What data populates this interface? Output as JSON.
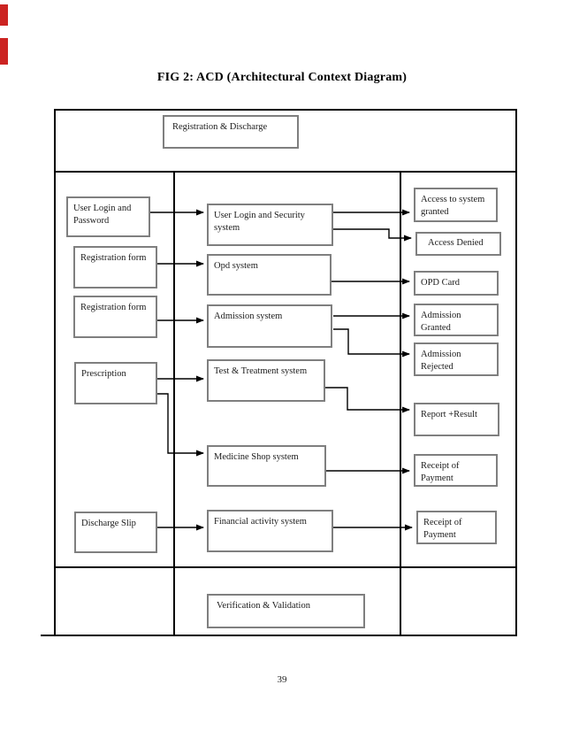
{
  "page": {
    "title": "FIG 2: ACD (Architectural Context Diagram)",
    "page_number": "39"
  },
  "diagram": {
    "top_box": {
      "label": "Registration & Discharge"
    },
    "bottom_box": {
      "label": "Verification & Validation"
    },
    "inputs": [
      {
        "label": "User Login and Password"
      },
      {
        "label": "Registration form"
      },
      {
        "label": "Registration form"
      },
      {
        "label": "Prescription"
      },
      {
        "label": "Discharge Slip"
      }
    ],
    "systems": [
      {
        "label": "User Login and Security system"
      },
      {
        "label": "Opd system"
      },
      {
        "label": "Admission system"
      },
      {
        "label": "Test & Treatment system"
      },
      {
        "label": "Medicine Shop system"
      },
      {
        "label": "Financial activity system"
      }
    ],
    "outputs": [
      {
        "label": "Access to system granted"
      },
      {
        "label": "Access Denied"
      },
      {
        "label": "OPD Card"
      },
      {
        "label": "Admission Granted"
      },
      {
        "label": "Admission Rejected"
      },
      {
        "label": "Report +Result"
      },
      {
        "label": "Receipt of Payment"
      },
      {
        "label": "Receipt of Payment"
      }
    ],
    "colors": {
      "box_border": "#7f7f7f",
      "line": "#000000",
      "red_mark": "#cc2422"
    }
  }
}
